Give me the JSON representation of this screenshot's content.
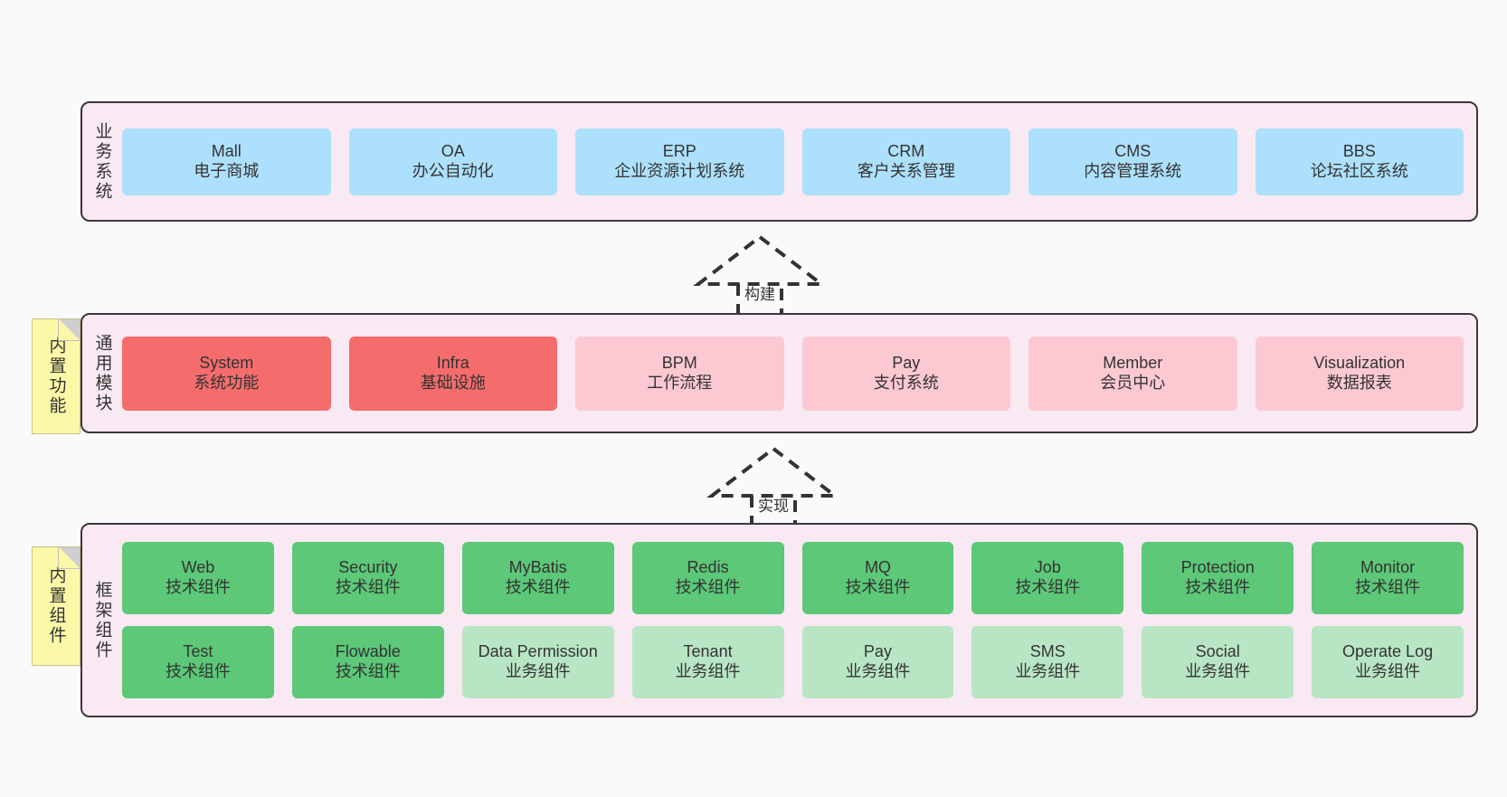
{
  "diagram": {
    "background_color": "#fafafa",
    "panel_color": "#f8e9f3",
    "panel_border_color": "#41363c"
  },
  "notes": [
    {
      "id": "note-features",
      "label": "内置功能",
      "color": "#fbf8a8"
    },
    {
      "id": "note-components",
      "label": "内置组件",
      "color": "#fbf8a8"
    }
  ],
  "arrows": [
    {
      "id": "arrow-build",
      "label": "构建",
      "style": "dashed-generalization-up"
    },
    {
      "id": "arrow-realize",
      "label": "实现",
      "style": "dashed-generalization-up"
    }
  ],
  "layers": {
    "business": {
      "title": "业务系统",
      "rows": [
        [
          {
            "en": "Mall",
            "cn": "电子商城",
            "color": "#ade0fc"
          },
          {
            "en": "OA",
            "cn": "办公自动化",
            "color": "#ade0fc"
          },
          {
            "en": "ERP",
            "cn": "企业资源计划系统",
            "color": "#ade0fc"
          },
          {
            "en": "CRM",
            "cn": "客户关系管理",
            "color": "#ade0fc"
          },
          {
            "en": "CMS",
            "cn": "内容管理系统",
            "color": "#ade0fc"
          },
          {
            "en": "BBS",
            "cn": "论坛社区系统",
            "color": "#ade0fc"
          }
        ]
      ]
    },
    "common": {
      "title": "通用模块",
      "rows": [
        [
          {
            "en": "System",
            "cn": "系统功能",
            "color": "#f56c6c"
          },
          {
            "en": "Infra",
            "cn": "基础设施",
            "color": "#f56c6c"
          },
          {
            "en": "BPM",
            "cn": "工作流程",
            "color": "#fcc9d2"
          },
          {
            "en": "Pay",
            "cn": "支付系统",
            "color": "#fcc9d2"
          },
          {
            "en": "Member",
            "cn": "会员中心",
            "color": "#fcc9d2"
          },
          {
            "en": "Visualization",
            "cn": "数据报表",
            "color": "#fcc9d2"
          }
        ]
      ]
    },
    "framework": {
      "title": "框架组件",
      "rows": [
        [
          {
            "en": "Web",
            "cn": "技术组件",
            "color": "#5cc878"
          },
          {
            "en": "Security",
            "cn": "技术组件",
            "color": "#5cc878"
          },
          {
            "en": "MyBatis",
            "cn": "技术组件",
            "color": "#5cc878"
          },
          {
            "en": "Redis",
            "cn": "技术组件",
            "color": "#5cc878"
          },
          {
            "en": "MQ",
            "cn": "技术组件",
            "color": "#5cc878"
          },
          {
            "en": "Job",
            "cn": "技术组件",
            "color": "#5cc878"
          },
          {
            "en": "Protection",
            "cn": "技术组件",
            "color": "#5cc878"
          },
          {
            "en": "Monitor",
            "cn": "技术组件",
            "color": "#5cc878"
          }
        ],
        [
          {
            "en": "Test",
            "cn": "技术组件",
            "color": "#5cc878"
          },
          {
            "en": "Flowable",
            "cn": "技术组件",
            "color": "#5cc878"
          },
          {
            "en": "Data Permission",
            "cn": "业务组件",
            "color": "#b8e6c4"
          },
          {
            "en": "Tenant",
            "cn": "业务组件",
            "color": "#b8e6c4"
          },
          {
            "en": "Pay",
            "cn": "业务组件",
            "color": "#b8e6c4"
          },
          {
            "en": "SMS",
            "cn": "业务组件",
            "color": "#b8e6c4"
          },
          {
            "en": "Social",
            "cn": "业务组件",
            "color": "#b8e6c4"
          },
          {
            "en": "Operate Log",
            "cn": "业务组件",
            "color": "#b8e6c4"
          }
        ]
      ]
    }
  }
}
